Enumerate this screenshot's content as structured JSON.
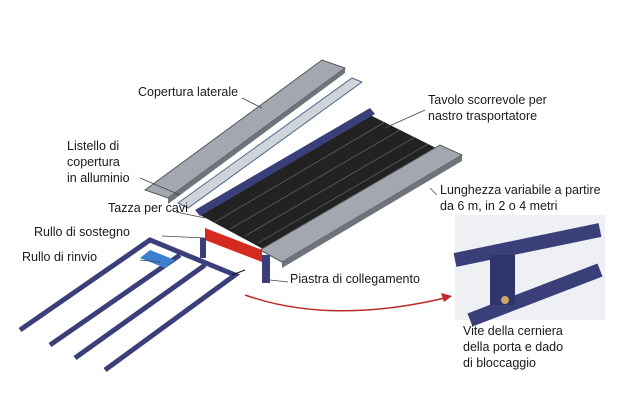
{
  "labels": {
    "side_cover": "Copertura laterale",
    "sliding_table": [
      "Tavolo scorrevole per",
      "nastro trasportatore"
    ],
    "aluminium_strip": [
      "Listello di",
      "copertura",
      "in alluminio"
    ],
    "cable_cup": "Tazza per cavi",
    "variable_length": [
      "Lunghezza variabile a partire",
      "da 6 m, in 2 o 4 metri"
    ],
    "support_roller": "Rullo di sostegno",
    "return_roller": "Rullo di rinvio",
    "connection_plate": "Piastra di collegamento",
    "hinge_screw": [
      "Vite della cerniera",
      "della porta e dado",
      "di bloccaggio"
    ]
  },
  "colors": {
    "frame": "#3a3f7a",
    "grey_cover": "#9aa0a8",
    "belt": "#1e1e1e",
    "roller": "#d42a1f",
    "accent_blue": "#3a7fd0",
    "arrow": "#c0282a"
  }
}
